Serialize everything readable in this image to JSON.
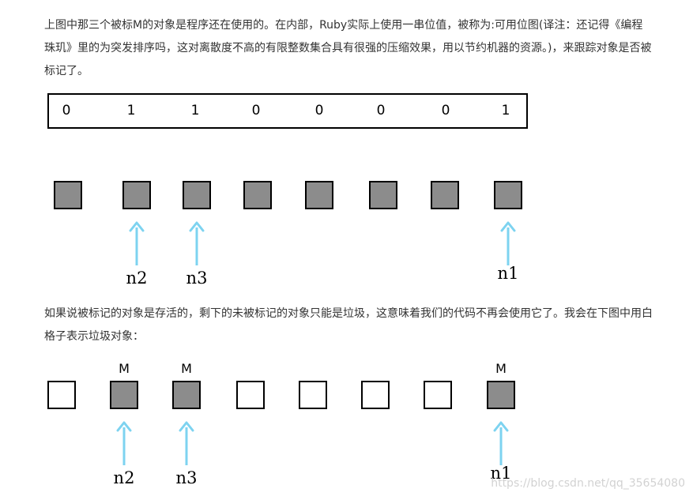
{
  "text": {
    "paragraph1": "上图中那三个被标M的对象是程序还在使用的。在内部，Ruby实际上使用一串位值，被称为:可用位图(译注：还记得《编程珠玑》里的为突发排序吗，这对离散度不高的有限整数集合具有很强的压缩效果，用以节约机器的资源。)，来跟踪对象是否被标记了。",
    "paragraph2": "如果说被标记的对象是存活的，剩下的未被标记的对象只能是垃圾，这意味着我们的代码不再会使用它了。我会在下图中用白格子表示垃圾对象："
  },
  "figure1": {
    "bits": [
      "0",
      "1",
      "1",
      "0",
      "0",
      "0",
      "0",
      "1"
    ],
    "squares": [
      "gray",
      "gray",
      "gray",
      "gray",
      "gray",
      "gray",
      "gray",
      "gray"
    ],
    "pointers": [
      {
        "label": "n2",
        "slot": 1
      },
      {
        "label": "n3",
        "slot": 2
      },
      {
        "label": "n1",
        "slot": 7
      }
    ]
  },
  "figure2": {
    "marks": [
      "",
      "M",
      "M",
      "",
      "",
      "",
      "",
      "M"
    ],
    "squares": [
      "white",
      "gray",
      "gray",
      "white",
      "white",
      "white",
      "white",
      "gray"
    ],
    "pointers": [
      {
        "label": "n2",
        "slot": 1
      },
      {
        "label": "n3",
        "slot": 2
      },
      {
        "label": "n1",
        "slot": 7
      }
    ]
  },
  "colors": {
    "arrow": "#7dd3f0",
    "live_square": "#8c8c8c",
    "garbage_square": "#ffffff"
  },
  "watermark": "https://blog.csdn.net/qq_35654080"
}
